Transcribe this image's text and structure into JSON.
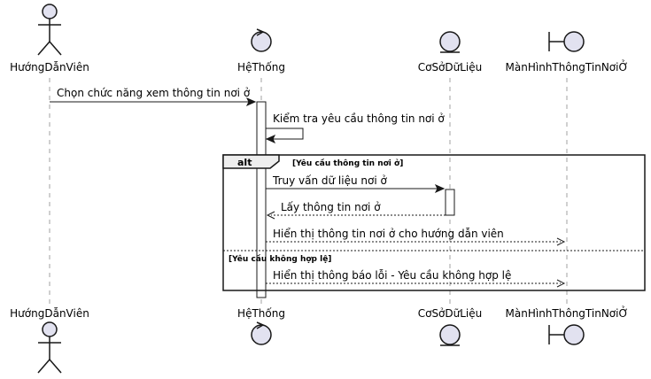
{
  "participants": {
    "guide": "HướngDẫnViên",
    "system": "HệThống",
    "database": "CơSởDữLiệu",
    "screen": "MànHìnhThôngTinNơiỞ"
  },
  "messages": {
    "m1": "Chọn chức năng xem thông tin nơi ở",
    "m2": "Kiểm tra yêu cầu thông tin nơi ở",
    "m3": "Truy vấn dữ liệu nơi ở",
    "m4": "Lấy thông tin nơi ở",
    "m5": "Hiển thị thông tin nơi ở cho hướng dẫn viên",
    "m6": "Hiển thị thông báo lỗi - Yêu cầu không hợp lệ"
  },
  "fragment": {
    "operator": "alt",
    "guard1": "[Yêu cầu thông tin nơi ở]",
    "guard2": "[Yêu cầu không hợp lệ]"
  }
}
